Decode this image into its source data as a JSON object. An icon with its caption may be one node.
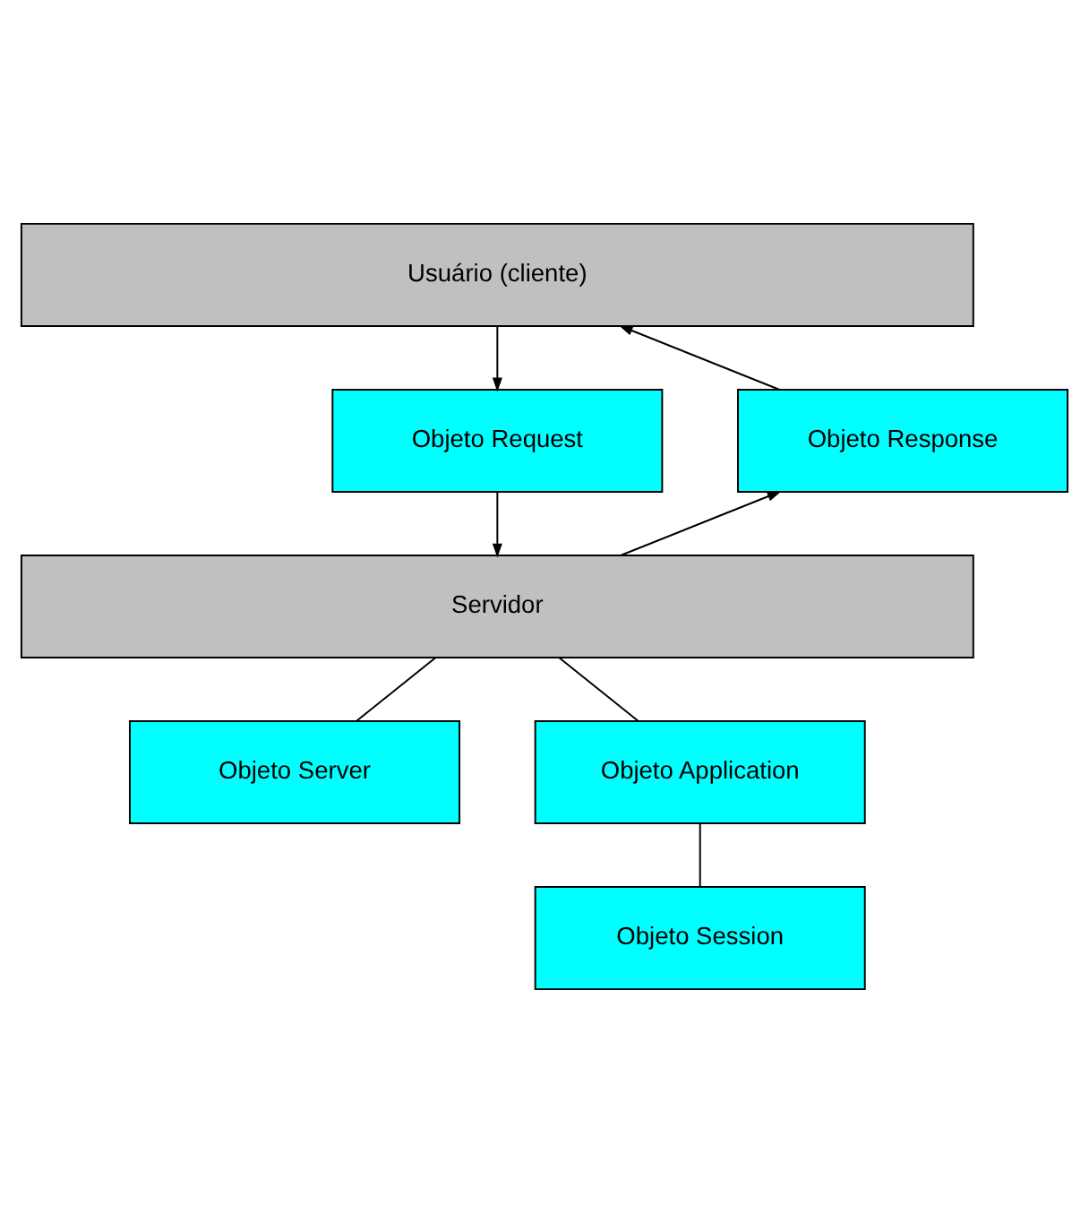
{
  "diagram": {
    "nodes": [
      {
        "text": [
          "Usuário (cliente)"
        ]
      },
      {
        "text": [
          "Objeto Response"
        ]
      },
      {
        "text": [
          "Objeto Request"
        ]
      },
      {
        "text": [
          "Servidor"
        ]
      },
      {
        "text": [
          "Objeto Server"
        ]
      },
      {
        "text": [
          "Objeto Application"
        ]
      },
      {
        "text": [
          "Objeto Session"
        ]
      }
    ],
    "edges": [
      {
        "from": 1,
        "to": 0,
        "arrow": "to"
      },
      {
        "from": 0,
        "to": 2,
        "arrow": "to"
      },
      {
        "from": 3,
        "to": 1,
        "arrow": "to"
      },
      {
        "from": 2,
        "to": 3,
        "arrow": "to"
      },
      {
        "from": 3,
        "to": 4,
        "arrow": "none"
      },
      {
        "from": 3,
        "to": 5,
        "arrow": "none"
      },
      {
        "from": 5,
        "to": 6,
        "arrow": "none"
      }
    ]
  }
}
